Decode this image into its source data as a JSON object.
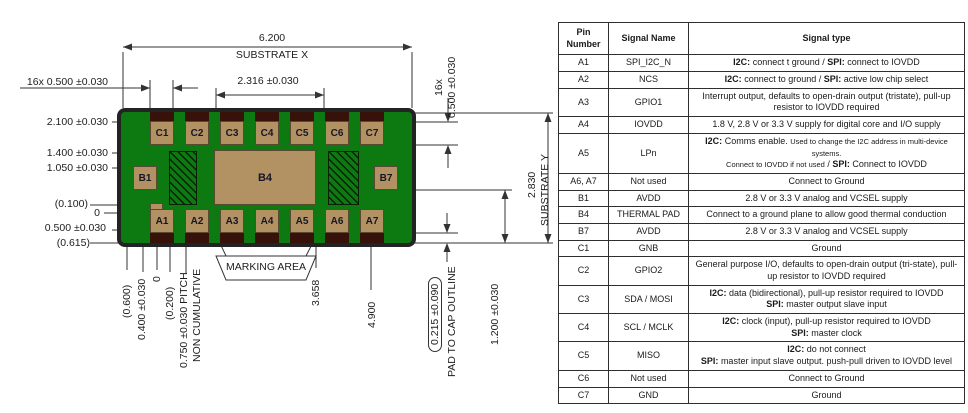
{
  "diagram": {
    "pads": {
      "row_c": [
        "C1",
        "C2",
        "C3",
        "C4",
        "C5",
        "C6",
        "C7"
      ],
      "row_b": [
        "B1",
        "B4",
        "B7"
      ],
      "row_a": [
        "A1",
        "A2",
        "A3",
        "A4",
        "A5",
        "A6",
        "A7"
      ]
    },
    "labels": {
      "substrate_x_value": "6.200",
      "substrate_x_name": "SUBSTRATE X",
      "pads_16x_left": "16x 0.500 ±0.030",
      "dim_2316": "2.316 ±0.030",
      "dim_2100": "2.100 ±0.030",
      "dim_1400": "1.400 ±0.030",
      "dim_1050": "1.050 ±0.030",
      "dim_0100": "(0.100)",
      "zero_left": "0",
      "dim_0500": "0.500 ±0.030",
      "dim_0615": "(0.615)",
      "dim_0600": "(0.600)",
      "dim_0400": "0.400 ±0.030",
      "zero_bottom": "0",
      "dim_0200": "(0.200)",
      "pitch_line1": "0.750 ±0.030 PITCH",
      "pitch_line2": "NON CUMULATIVE",
      "marking_area": "MARKING AREA",
      "dim_3658": "3.658",
      "dim_4900": "4.900",
      "dim_0215": "0.215 ±0.090",
      "pad_to_cap": "PAD TO CAP OUTLINE",
      "dim_1200": "1.200 ±0.030",
      "right_16x": "16x",
      "right_0500": "0.500 ±0.030",
      "substrate_y_value": "2.830",
      "substrate_y_name": "SUBSTRATE Y"
    },
    "colors": {
      "substrate_green": "#0d7a11",
      "pad_tan": "#b29263",
      "castellation_brown": "#36120a",
      "cap_outline": "#232323"
    }
  },
  "table": {
    "headers": [
      "Pin Number",
      "Signal Name",
      "Signal type"
    ],
    "rows": [
      {
        "pin": "A1",
        "signal": "SPI_I2C_N",
        "type_lines": [
          "I2C: connect t ground / SPI: connect to IOVDD"
        ]
      },
      {
        "pin": "A2",
        "signal": "NCS",
        "type_lines": [
          "I2C: connect to ground / SPI: active low chip select"
        ]
      },
      {
        "pin": "A3",
        "signal": "GPIO1",
        "type_lines": [
          "Interrupt output, defaults to open-drain output (tristate), pull-up resistor to IOVDD required"
        ]
      },
      {
        "pin": "A4",
        "signal": "IOVDD",
        "type_lines": [
          "1.8 V, 2.8 V or 3.3 V supply for digital core and I/O supply"
        ]
      },
      {
        "pin": "A5",
        "signal": "LPn",
        "type_lines": [
          "I2C: Comms enable. Used to change the I2C address in multi-device systems.",
          "Connect to IOVDD if not used / SPI: Connect to IOVDD"
        ],
        "small_parts": [
          "Used to change the I2C address in multi-device systems.",
          "Connect to IOVDD if not used"
        ]
      },
      {
        "pin": "A6, A7",
        "signal": "Not used",
        "type_lines": [
          "Connect to Ground"
        ]
      },
      {
        "pin": "B1",
        "signal": "AVDD",
        "type_lines": [
          "2.8 V or 3.3 V analog and VCSEL supply"
        ]
      },
      {
        "pin": "B4",
        "signal": "THERMAL PAD",
        "type_lines": [
          "Connect to a ground plane to allow good thermal conduction"
        ]
      },
      {
        "pin": "B7",
        "signal": "AVDD",
        "type_lines": [
          "2.8 V or 3.3 V analog and VCSEL supply"
        ]
      },
      {
        "pin": "C1",
        "signal": "GNB",
        "type_lines": [
          "Ground"
        ]
      },
      {
        "pin": "C2",
        "signal": "GPIO2",
        "type_lines": [
          "General purpose I/O, defaults to open-drain output (tri-state), pull-up resistor to IOVDD required"
        ]
      },
      {
        "pin": "C3",
        "signal": "SDA / MOSI",
        "type_lines": [
          "I2C: data (bidirectional), pull-up resistor required to IOVDD",
          "SPI: master output slave input"
        ]
      },
      {
        "pin": "C4",
        "signal": "SCL / MCLK",
        "type_lines": [
          "I2C: clock (input), pull-up resistor required to IOVDD",
          "SPI: master clock"
        ]
      },
      {
        "pin": "C5",
        "signal": "MISO",
        "type_lines": [
          "I2C: do not connect",
          "SPI: master input slave output. push-pull driven to IOVDD level"
        ]
      },
      {
        "pin": "C6",
        "signal": "Not used",
        "type_lines": [
          "Connect to Ground"
        ]
      },
      {
        "pin": "C7",
        "signal": "GND",
        "type_lines": [
          "Ground"
        ]
      }
    ]
  }
}
